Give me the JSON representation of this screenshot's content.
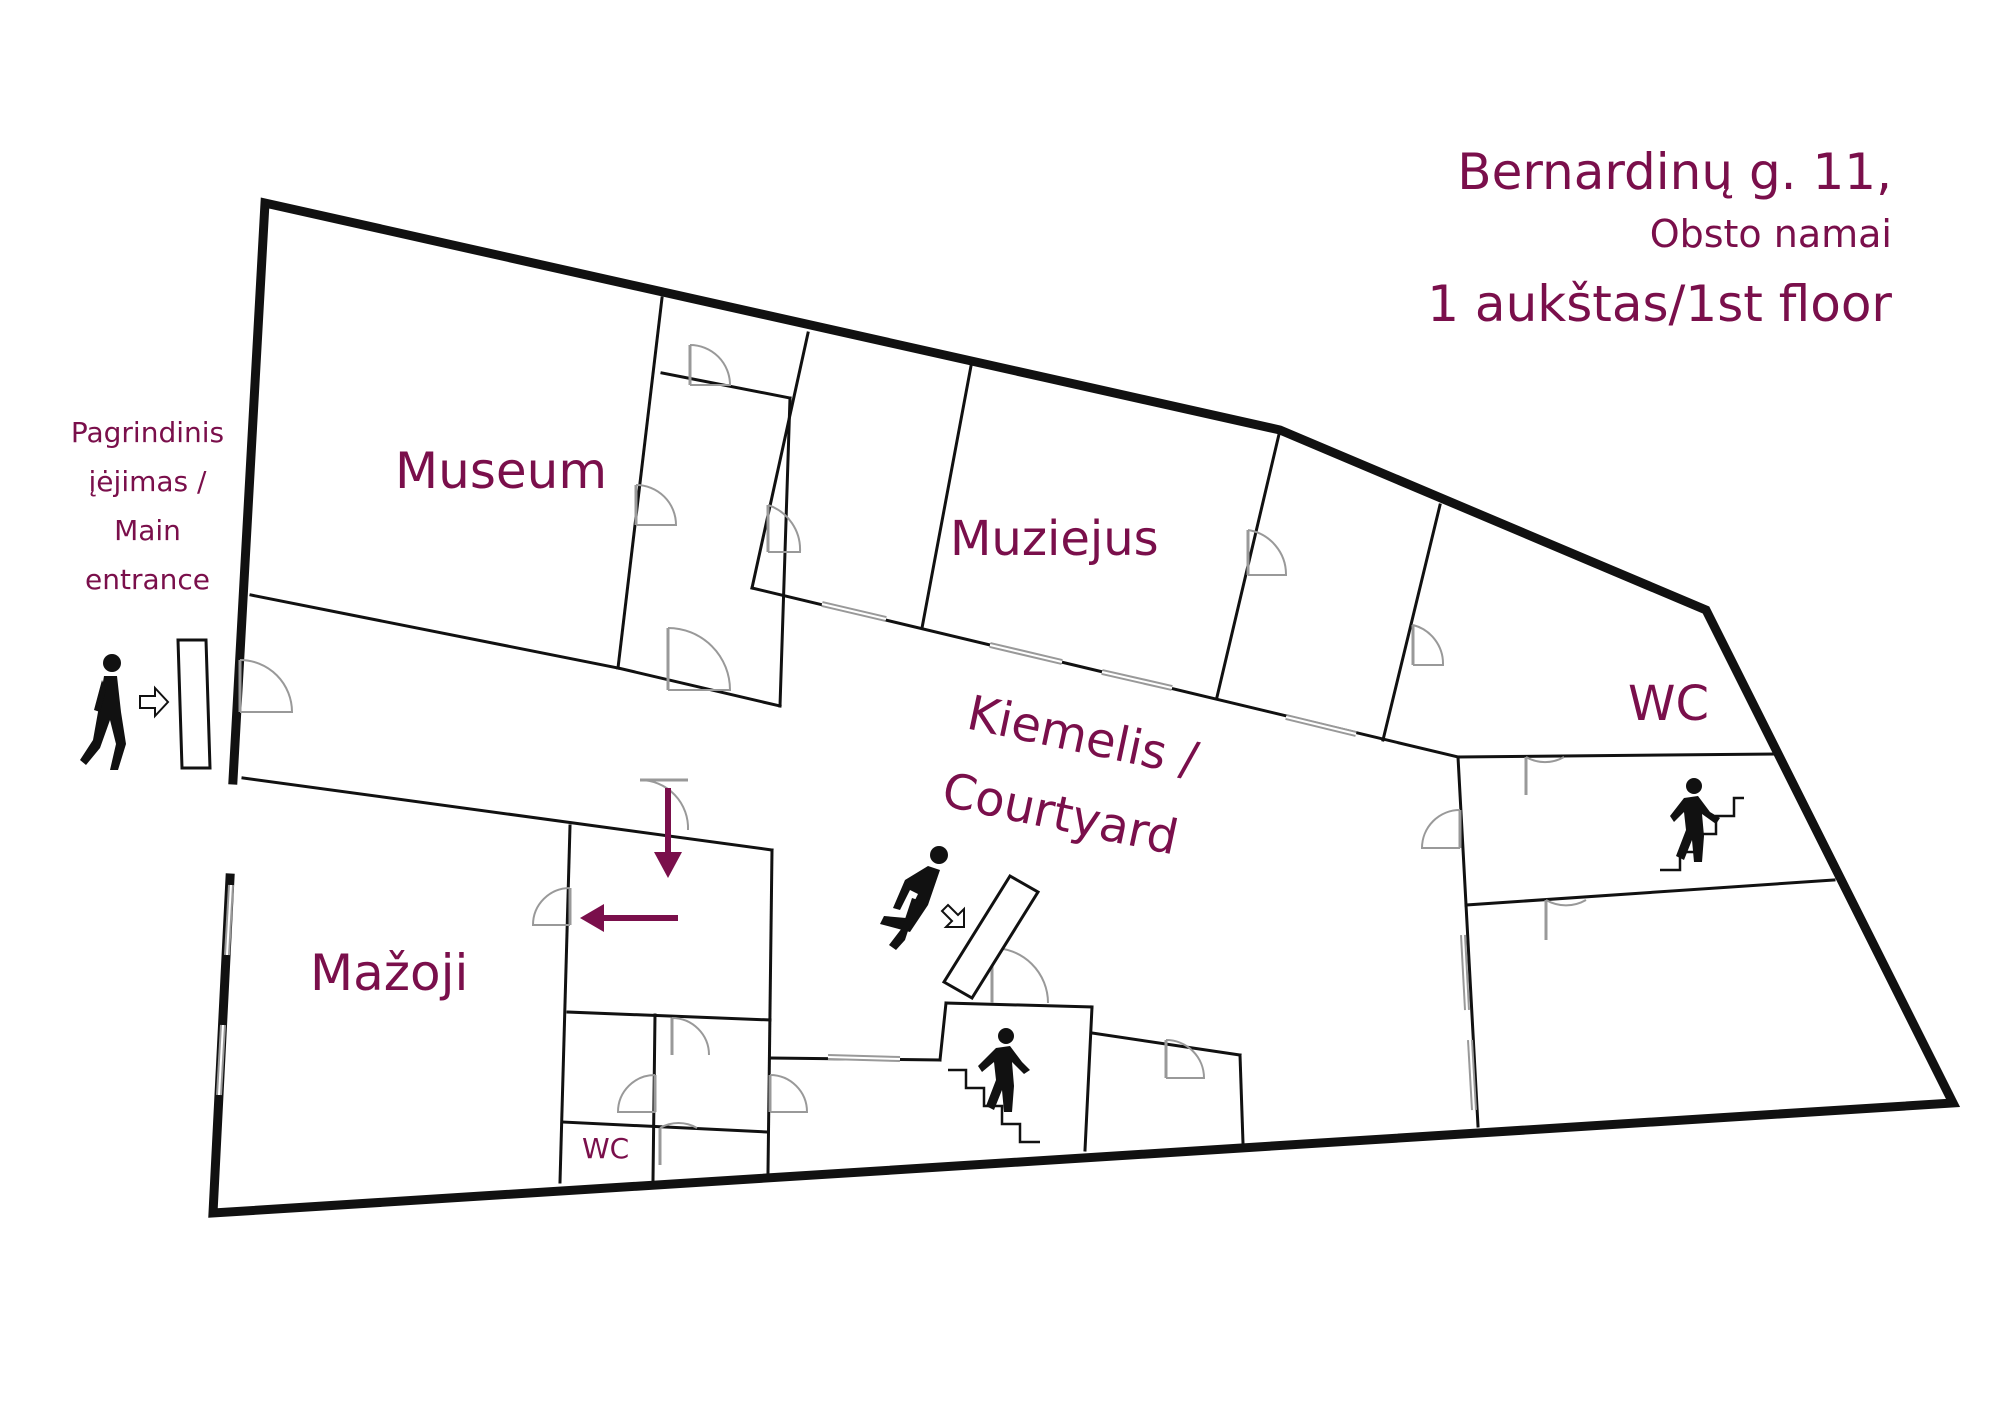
{
  "title": {
    "line1": "Bernardinų g. 11,",
    "line2": "Obsto namai",
    "line3": "1 aukštas/1st floor"
  },
  "entrance": {
    "line1": "Pagrindinis",
    "line2": "įėjimas /",
    "line3": "Main",
    "line4": "entrance"
  },
  "rooms": {
    "museum": "Museum",
    "muziejus": "Muziejus",
    "courtyard_line1": "Kiemelis /",
    "courtyard_line2": "Courtyard",
    "wc_right": "WC",
    "mazoji": "Mažoji",
    "wc_small": "WC"
  },
  "colors": {
    "accent": "#7a0f4b",
    "walls": "#111111",
    "doors": "#999999"
  },
  "icons": [
    "walking-person-icon",
    "entry-arrow-icon",
    "stairs-up-icon",
    "direction-arrow-icon"
  ]
}
